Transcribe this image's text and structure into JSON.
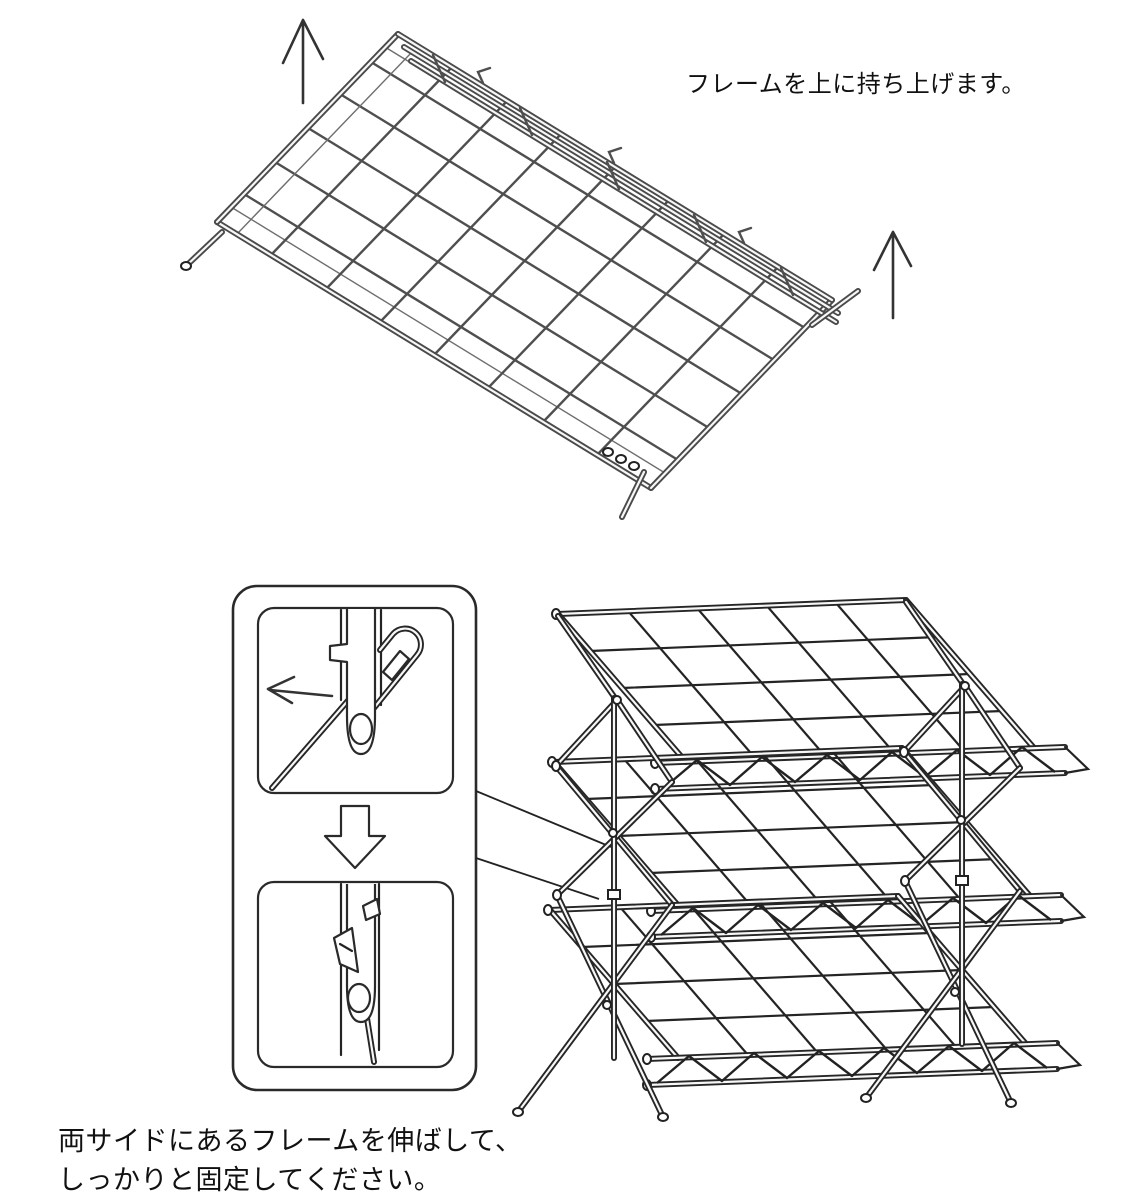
{
  "page": {
    "type": "assembly-instruction-diagram",
    "language": "ja",
    "background": "#ffffff"
  },
  "instructions": {
    "step1": "フレームを上に持ち上げます。",
    "step2_line1": "両サイドにあるフレームを伸ばして、",
    "step2_line2": "しっかりと固定してください。"
  },
  "figures": {
    "top": "folded-grid-frame-lifted-with-up-arrows",
    "bottom": "unfolded-three-tier-rack",
    "inset": "side-frame-hook-lock-detail-before-after"
  },
  "icons": {
    "up_arrow_left": "up-arrow",
    "up_arrow_right": "up-arrow",
    "down_arrow": "outlined-down-arrow",
    "left_arrow": "left-arrow"
  },
  "colors": {
    "background": "#ffffff",
    "line_dark": "#242424",
    "line_gray": "#4f4f4f",
    "text": "#111111"
  }
}
